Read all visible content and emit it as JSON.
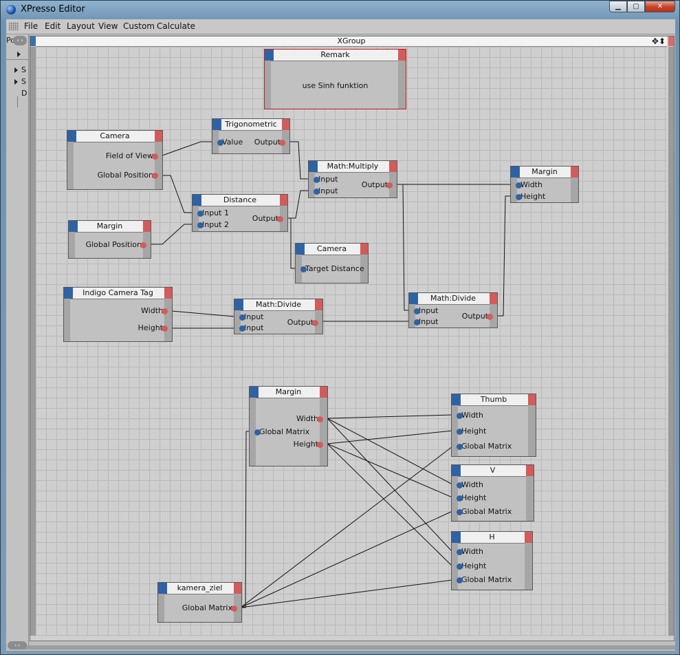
{
  "window": {
    "title": "XPresso Editor"
  },
  "menu": [
    "File",
    "Edit",
    "Layout",
    "View",
    "Custom",
    "Calculate"
  ],
  "left_panel": {
    "tab": "Po",
    "rows": [
      "S",
      "S",
      "D"
    ]
  },
  "xgroup": {
    "title": "XGroup"
  },
  "nodes": {
    "remark": {
      "title": "Remark",
      "text": "use Sinh funktion"
    },
    "camera1": {
      "title": "Camera",
      "ports": [
        "Field of View",
        "Global Position"
      ]
    },
    "trig": {
      "title": "Trigonometric",
      "in": [
        "Value"
      ],
      "out": [
        "Output"
      ]
    },
    "mult": {
      "title": "Math:Multiply",
      "in": [
        "Input",
        "Input"
      ],
      "out": [
        "Output"
      ]
    },
    "margin1": {
      "title": "Margin",
      "in": [
        "Width",
        "Height"
      ]
    },
    "distance": {
      "title": "Distance",
      "in": [
        "Input 1",
        "Input 2"
      ],
      "out": [
        "Output"
      ]
    },
    "margin2": {
      "title": "Margin",
      "out": [
        "Global Position"
      ]
    },
    "camera2": {
      "title": "Camera",
      "in": [
        "Target Distance"
      ]
    },
    "indigo": {
      "title": "Indigo Camera Tag",
      "out": [
        "Width",
        "Height"
      ]
    },
    "divide1": {
      "title": "Math:Divide",
      "in": [
        "Input",
        "Input"
      ],
      "out": [
        "Output"
      ]
    },
    "divide2": {
      "title": "Math:Divide",
      "in": [
        "Input",
        "Input"
      ],
      "out": [
        "Output"
      ]
    },
    "margin3": {
      "title": "Margin",
      "in": [
        "Global Matrix"
      ],
      "out": [
        "Width",
        "Height"
      ]
    },
    "thumb": {
      "title": "Thumb",
      "in": [
        "Width",
        "Height",
        "Global Matrix"
      ]
    },
    "v": {
      "title": "V",
      "in": [
        "Width",
        "Height",
        "Global Matrix"
      ]
    },
    "h": {
      "title": "H",
      "in": [
        "Width",
        "Height",
        "Global Matrix"
      ]
    },
    "kamera": {
      "title": "kamera_ziel",
      "out": [
        "Global Matrix"
      ]
    }
  },
  "colors": {
    "port_in": "#2f62a3",
    "port_out": "#d25c5c",
    "remark_border": "#c2181e"
  }
}
